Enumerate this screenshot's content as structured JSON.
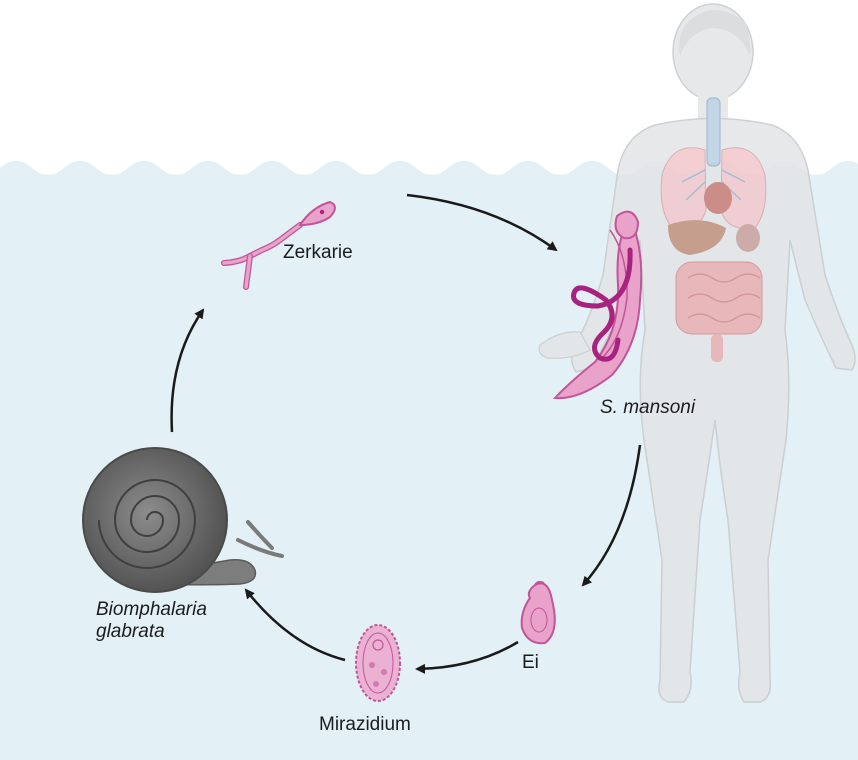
{
  "labels": {
    "cercaria": "Zerkarie",
    "adult_worm": "S. mansoni",
    "egg": "Ei",
    "miracidium": "Mirazidium",
    "snail_line1": "Biomphalaria",
    "snail_line2": "glabrata"
  },
  "colors": {
    "water": "#e3f0f5",
    "body": "#e3e5e7",
    "body_outline": "#c6cacd",
    "parasite": "#e9a2c9",
    "parasite_outline": "#c2549a",
    "worm_dark": "#a8237f",
    "snail_shell": "#6e6e6e",
    "arrow": "#1a1a1a"
  }
}
